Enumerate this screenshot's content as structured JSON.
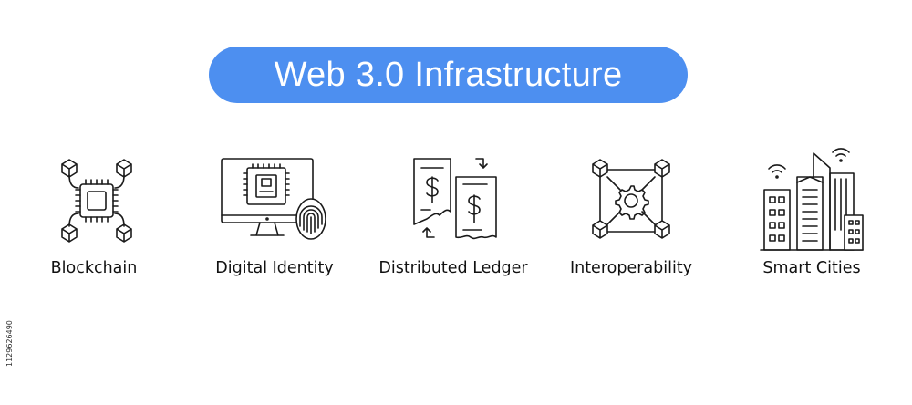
{
  "title": "Web 3.0 Infrastructure",
  "colors": {
    "accent": "#4d8ff0",
    "title_text": "#ffffff",
    "icon_stroke": "#1a1a1a"
  },
  "items": [
    {
      "label": "Blockchain",
      "icon": "blockchain-icon"
    },
    {
      "label": "Digital Identity",
      "icon": "digital-identity-icon"
    },
    {
      "label": "Distributed Ledger",
      "icon": "distributed-ledger-icon"
    },
    {
      "label": "Interoperability",
      "icon": "interoperability-icon"
    },
    {
      "label": "Smart Cities",
      "icon": "smart-cities-icon"
    }
  ],
  "side_id": "1129626490"
}
